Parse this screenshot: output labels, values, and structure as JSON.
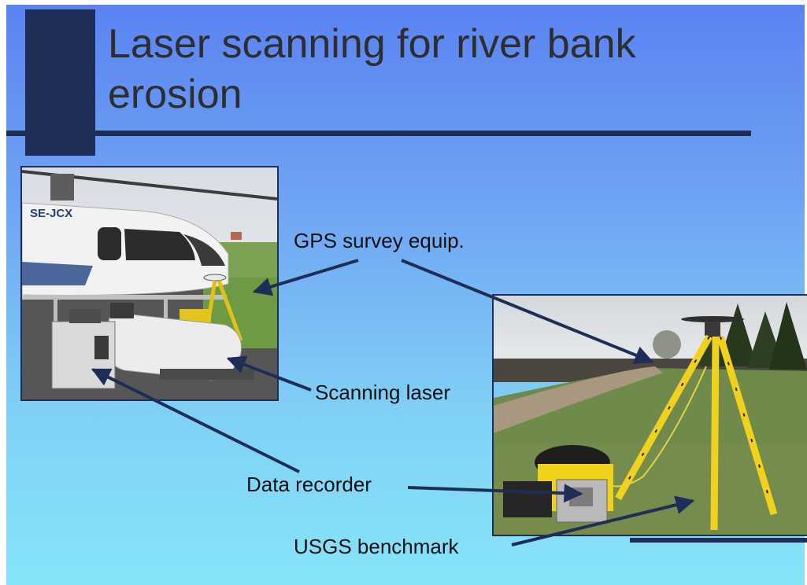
{
  "slide": {
    "title": "Laser scanning for river bank erosion",
    "labels": {
      "gps": "GPS survey equip.",
      "laser": "Scanning laser",
      "recorder": "Data recorder",
      "benchmark": "USGS benchmark"
    },
    "helicopter_registration": "SE-JCX"
  },
  "colors": {
    "accent": "#1f2e57",
    "background_top": "#5a82f2",
    "background_bottom": "#86e4f7",
    "tripod_yellow": "#f0d21e"
  }
}
